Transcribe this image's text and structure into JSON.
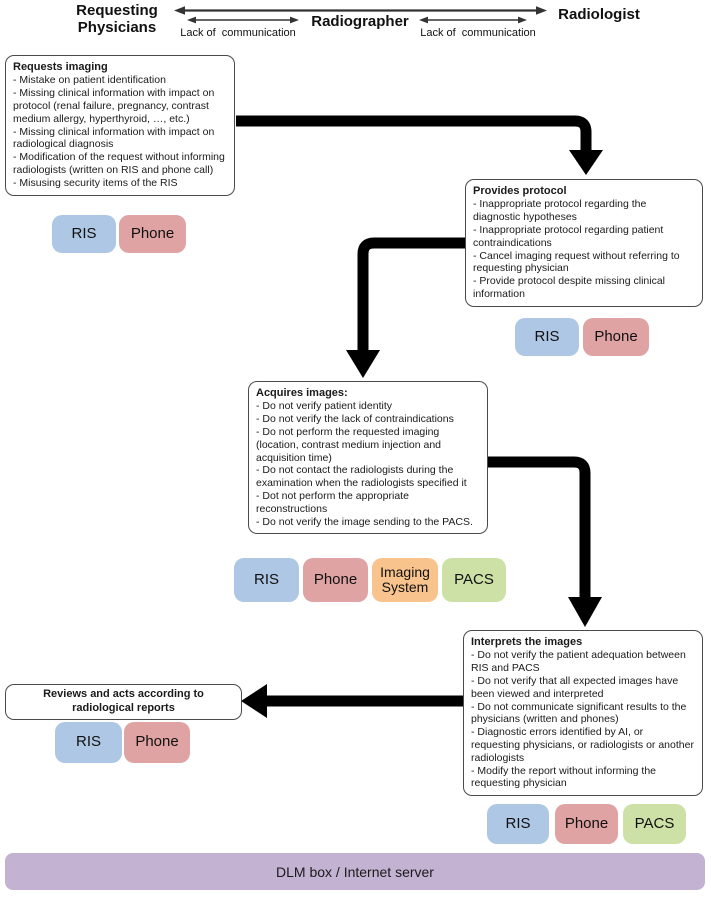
{
  "palette": {
    "ris_blue": "#aec7e4",
    "phone_red": "#dfa3a3",
    "imaging_orange": "#f8c38c",
    "pacs_green": "#cde0a6",
    "dlm_purple": "#c3b2d2",
    "arrow_black": "#000000",
    "box_border": "#4a4a4a"
  },
  "chip_colors": {
    "RIS": "#aec7e4",
    "Phone": "#dfa3a3",
    "Imaging System": "#f8c38c",
    "PACS": "#cde0a6"
  },
  "header": {
    "actor_left": "Requesting Physicians",
    "actor_middle": "Radiographer",
    "actor_right": "Radiologist",
    "gap_label_left": "Lack of  communication",
    "gap_label_right": "Lack of  communication"
  },
  "boxes": {
    "requests_imaging": {
      "title": "Requests imaging",
      "items": [
        "- Mistake on patient identification",
        "- Missing clinical information with impact on protocol (renal failure, pregnancy, contrast medium allergy, hyperthyroid, …, etc.)",
        "- Missing clinical information with impact on radiological diagnosis",
        "- Modification of the request without informing radiologists (written on RIS and phone call)",
        "- Misusing security items of the RIS"
      ],
      "tools": [
        "RIS",
        "Phone"
      ]
    },
    "provides_protocol": {
      "title": "Provides protocol",
      "items": [
        "- Inappropriate protocol regarding the diagnostic hypotheses",
        "- Inappropriate protocol regarding patient contraindications",
        "- Cancel imaging request without referring to requesting physician",
        "- Provide protocol despite missing clinical information"
      ],
      "tools": [
        "RIS",
        "Phone"
      ]
    },
    "acquires_images": {
      "title": "Acquires images:",
      "items": [
        "- Do not verify patient identity",
        "- Do not verify the lack of contraindications",
        "- Do not perform the requested imaging (location, contrast medium injection and acquisition time)",
        "- Do not contact the radiologists during the examination when the radiologists specified it",
        "- Dot not perform the appropriate reconstructions",
        "- Do not verify the image sending to the PACS."
      ],
      "tools": [
        "RIS",
        "Phone",
        "Imaging System",
        "PACS"
      ]
    },
    "interprets_images": {
      "title": "Interprets the images",
      "items": [
        "- Do not verify the patient adequation between RIS and PACS",
        "- Do not verify that all expected images have been viewed and interpreted",
        "- Do not communicate significant results to the physicians (written and phones)",
        "- Diagnostic errors identified by AI, or requesting physicians, or radiologists or another radiologists",
        "- Modify the report without informing the requesting physician"
      ],
      "tools": [
        "RIS",
        "Phone",
        "PACS"
      ]
    },
    "reviews_reports": {
      "title": "Reviews and acts according to radiological reports",
      "tools": [
        "RIS",
        "Phone"
      ]
    }
  },
  "bottom_bar": {
    "label": "DLM box / Internet server"
  }
}
